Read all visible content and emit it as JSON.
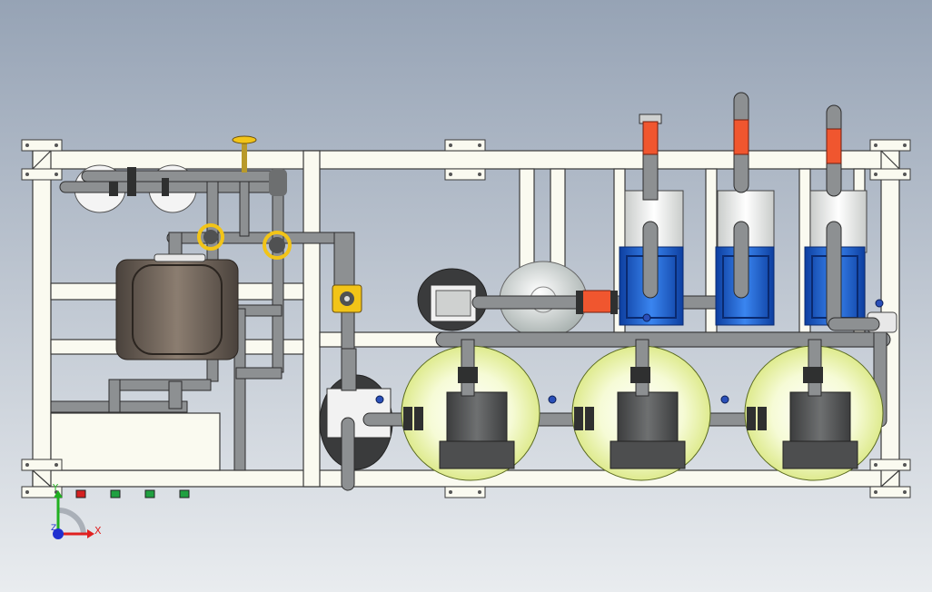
{
  "viewport": {
    "background_top": "#96a3b5",
    "background_bottom": "#e9ecef"
  },
  "colors": {
    "frame": "#fafaf0",
    "pipe": "#8d9092",
    "motor_blue": "#1f63d8",
    "valve_red": "#f0562f",
    "valve_yellow": "#f2c418",
    "vessel_green": "#eef7a5",
    "tank_brown": "#6d6157",
    "housing_dark": "#545556",
    "axis_x": "#e02020",
    "axis_y": "#20b020",
    "axis_z": "#2030d0"
  },
  "triad": {
    "x_label": "X",
    "y_label": "Y",
    "z_label": "Z"
  }
}
